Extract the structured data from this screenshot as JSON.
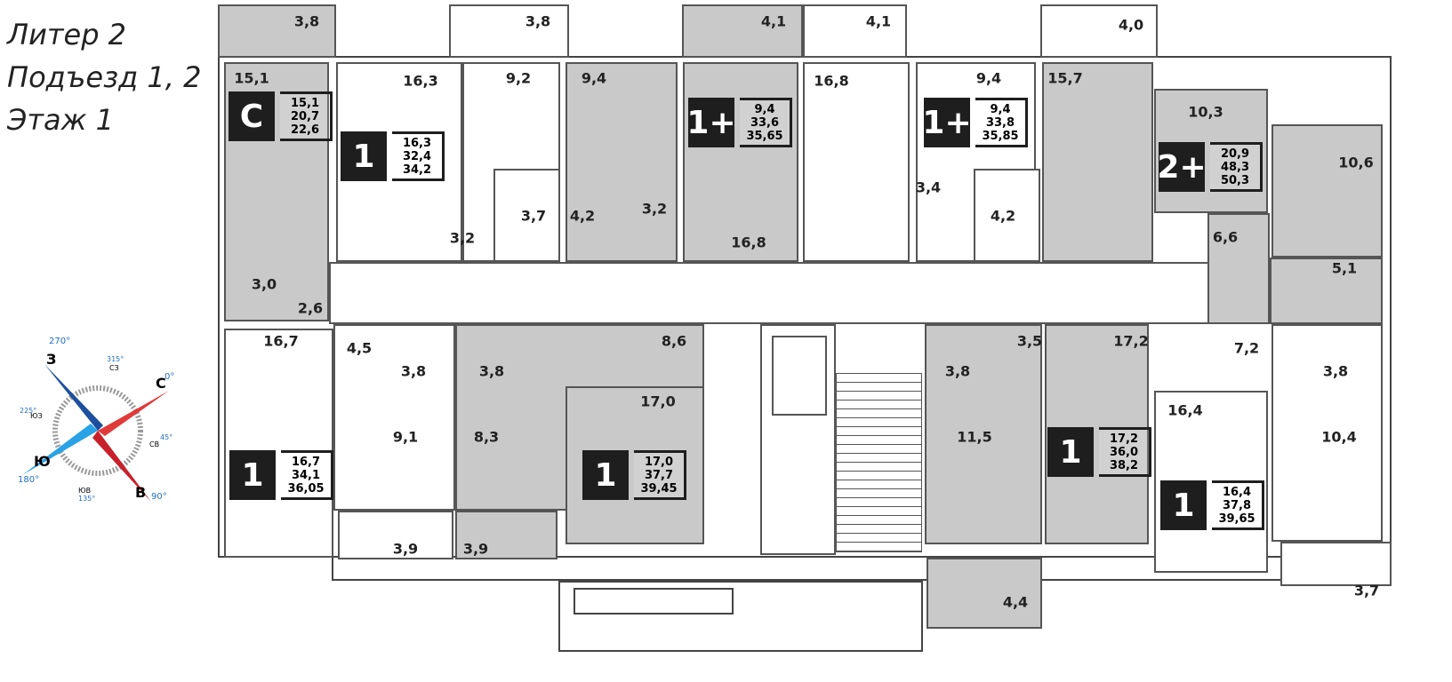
{
  "header": {
    "lines": [
      "Литер 2",
      "Подъезд 1, 2",
      "Этаж 1"
    ]
  },
  "compass": {
    "labels": [
      "С",
      "0°",
      "З",
      "270°",
      "Ю",
      "180°",
      "В",
      "90°",
      "СЗ",
      "315°",
      "СВ",
      "45°",
      "ЮЗ",
      "225°",
      "ЮВ",
      "135°"
    ],
    "colors": {
      "north": "#d7252c",
      "south": "#1f88d6"
    }
  },
  "colors": {
    "living": "#c9c9c9",
    "wall": "#444444"
  },
  "areas": [
    "3,8",
    "3,8",
    "4,1",
    "4,1",
    "4,0",
    "15,1",
    "16,3",
    "9,2",
    "9,4",
    "16,8",
    "9,4",
    "15,7",
    "10,3",
    "10,6",
    "3,2",
    "3,7",
    "4,2",
    "3,2",
    "16,8",
    "3,4",
    "4,2",
    "6,6",
    "5,1",
    "3,0",
    "2,6",
    "16,7",
    "4,5",
    "3,8",
    "3,8",
    "8,6",
    "17,0",
    "9,1",
    "8,3",
    "3,9",
    "3,9",
    "3,8",
    "3,5",
    "17,2",
    "11,5",
    "7,2",
    "3,8",
    "16,4",
    "10,4",
    "4,4",
    "3,7"
  ],
  "apartments": [
    {
      "type": "С",
      "living": "15,1",
      "total": "20,7",
      "with_balcony": "22,6"
    },
    {
      "type": "1",
      "living": "16,3",
      "total": "32,4",
      "with_balcony": "34,2"
    },
    {
      "type": "1+",
      "living": "9,4",
      "total": "33,6",
      "with_balcony": "35,65"
    },
    {
      "type": "1+",
      "living": "9,4",
      "total": "33,8",
      "with_balcony": "35,85"
    },
    {
      "type": "2+",
      "living": "20,9",
      "total": "48,3",
      "with_balcony": "50,3"
    },
    {
      "type": "1",
      "living": "16,7",
      "total": "34,1",
      "with_balcony": "36,05"
    },
    {
      "type": "1",
      "living": "17,0",
      "total": "37,7",
      "with_balcony": "39,45"
    },
    {
      "type": "1",
      "living": "17,2",
      "total": "36,0",
      "with_balcony": "38,2"
    },
    {
      "type": "1",
      "living": "16,4",
      "total": "37,8",
      "with_balcony": "39,65"
    }
  ]
}
